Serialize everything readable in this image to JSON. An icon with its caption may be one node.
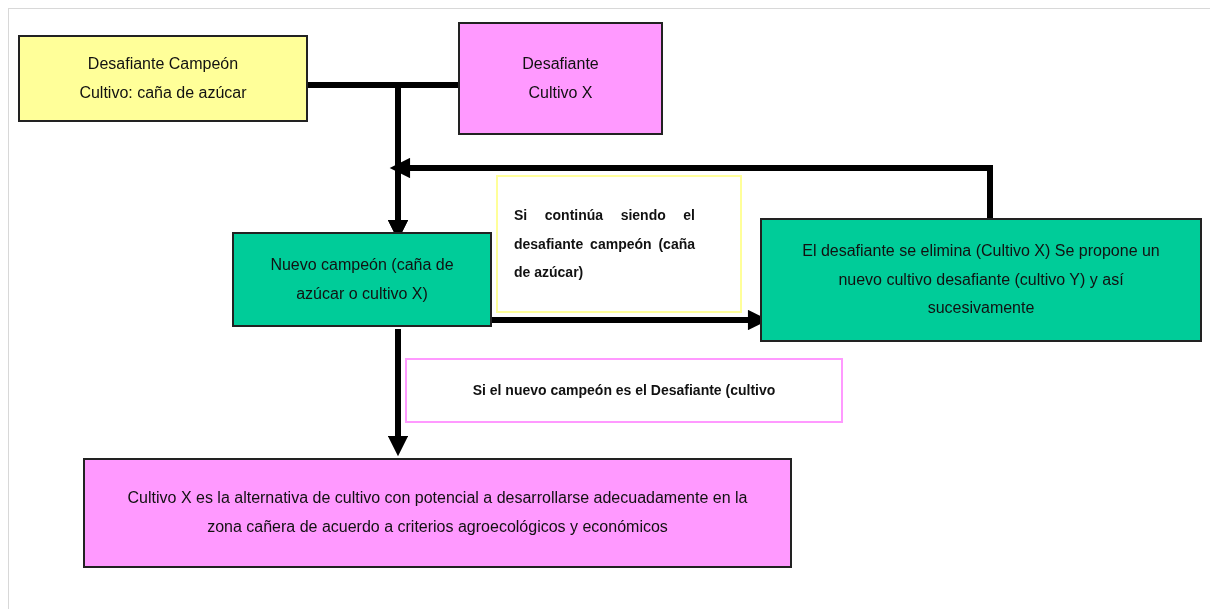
{
  "diagram": {
    "nodes": [
      {
        "text": [
          "Desafiante Campeón Cultivo: caña de azúcar"
        ]
      },
      {
        "text": [
          "Desafiante Cultivo X"
        ]
      },
      {
        "text": [
          "Nuevo campeón (caña de azúcar o cultivo X)"
        ]
      },
      {
        "text": [
          "Si continúa siendo el desafiante campeón (caña de azúcar)"
        ]
      },
      {
        "text": [
          "El desafiante se elimina (Cultivo X) Se propone un nuevo cultivo desafiante (cultivo Y) y así sucesivamente"
        ]
      },
      {
        "text": [
          "Si el nuevo campeón es el  Desafiante (cultivo"
        ]
      },
      {
        "text": [
          "Cultivo X es la alternativa de cultivo con potencial a desarrollarse adecuadamente en la zona cañera de acuerdo a criterios agroecológicos y económicos"
        ]
      }
    ],
    "edges": [
      {
        "from": 0,
        "to": 2,
        "arrow": "to"
      },
      {
        "from": 1,
        "to": 2,
        "arrow": "to"
      },
      {
        "from": 4,
        "to": 2,
        "arrow": "to"
      },
      {
        "from": 2,
        "to": 4,
        "arrow": "to"
      },
      {
        "from": 2,
        "to": 6,
        "arrow": "to"
      }
    ]
  }
}
